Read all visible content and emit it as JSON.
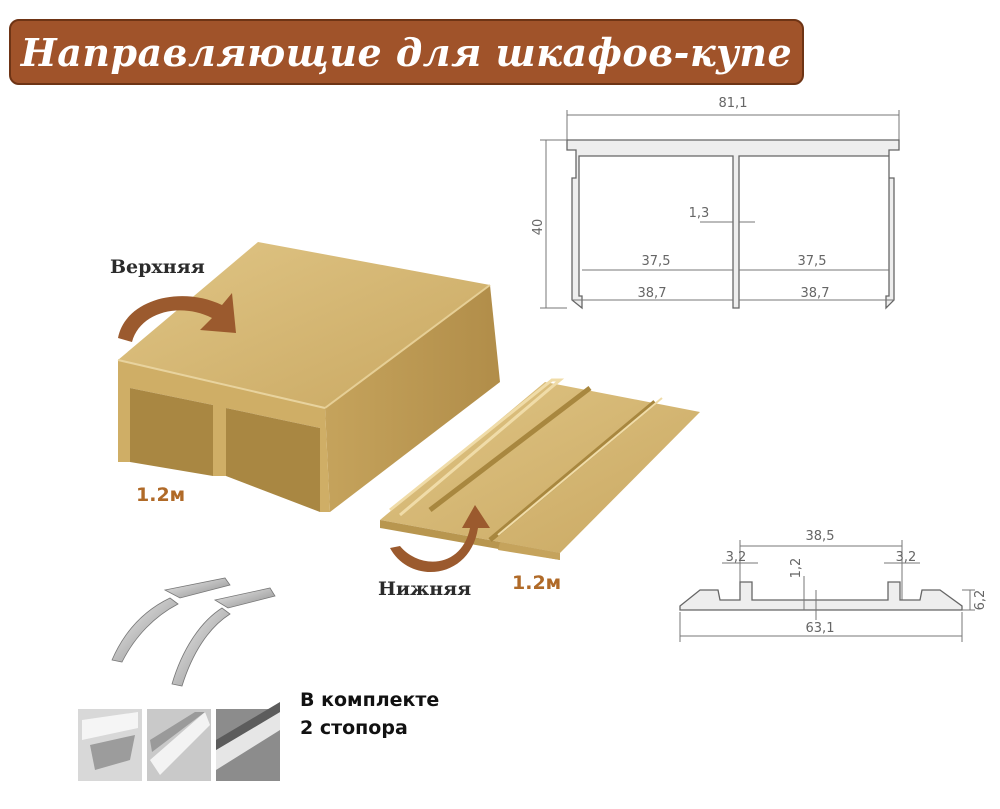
{
  "title": "Направляющие для шкафов-купе",
  "labels": {
    "upper": "Верхняя",
    "lower": "Нижняя",
    "upper_length": "1.2м",
    "lower_length": "1.2м",
    "kit_line1": "В комплекте",
    "kit_line2": "2 стопора"
  },
  "drawing_upper": {
    "width": "81,1",
    "height": "40",
    "wall": "1,3",
    "inner_left": "37,5",
    "inner_right": "37,5",
    "outer_left": "38,7",
    "outer_right": "38,7"
  },
  "drawing_lower": {
    "inner_width": "38,5",
    "slot_left": "3,2",
    "slot_right": "3,2",
    "wall": "1,2",
    "height": "6,2",
    "total_width": "63,1"
  },
  "colors": {
    "banner": "#a0532a",
    "gold": "#d4b56e",
    "gold_dark": "#b8964f",
    "arrow": "#9b5a2e",
    "length_text": "#b06a28"
  },
  "icons": [
    "curved-arrow-icon",
    "stopper-clip-icon"
  ]
}
